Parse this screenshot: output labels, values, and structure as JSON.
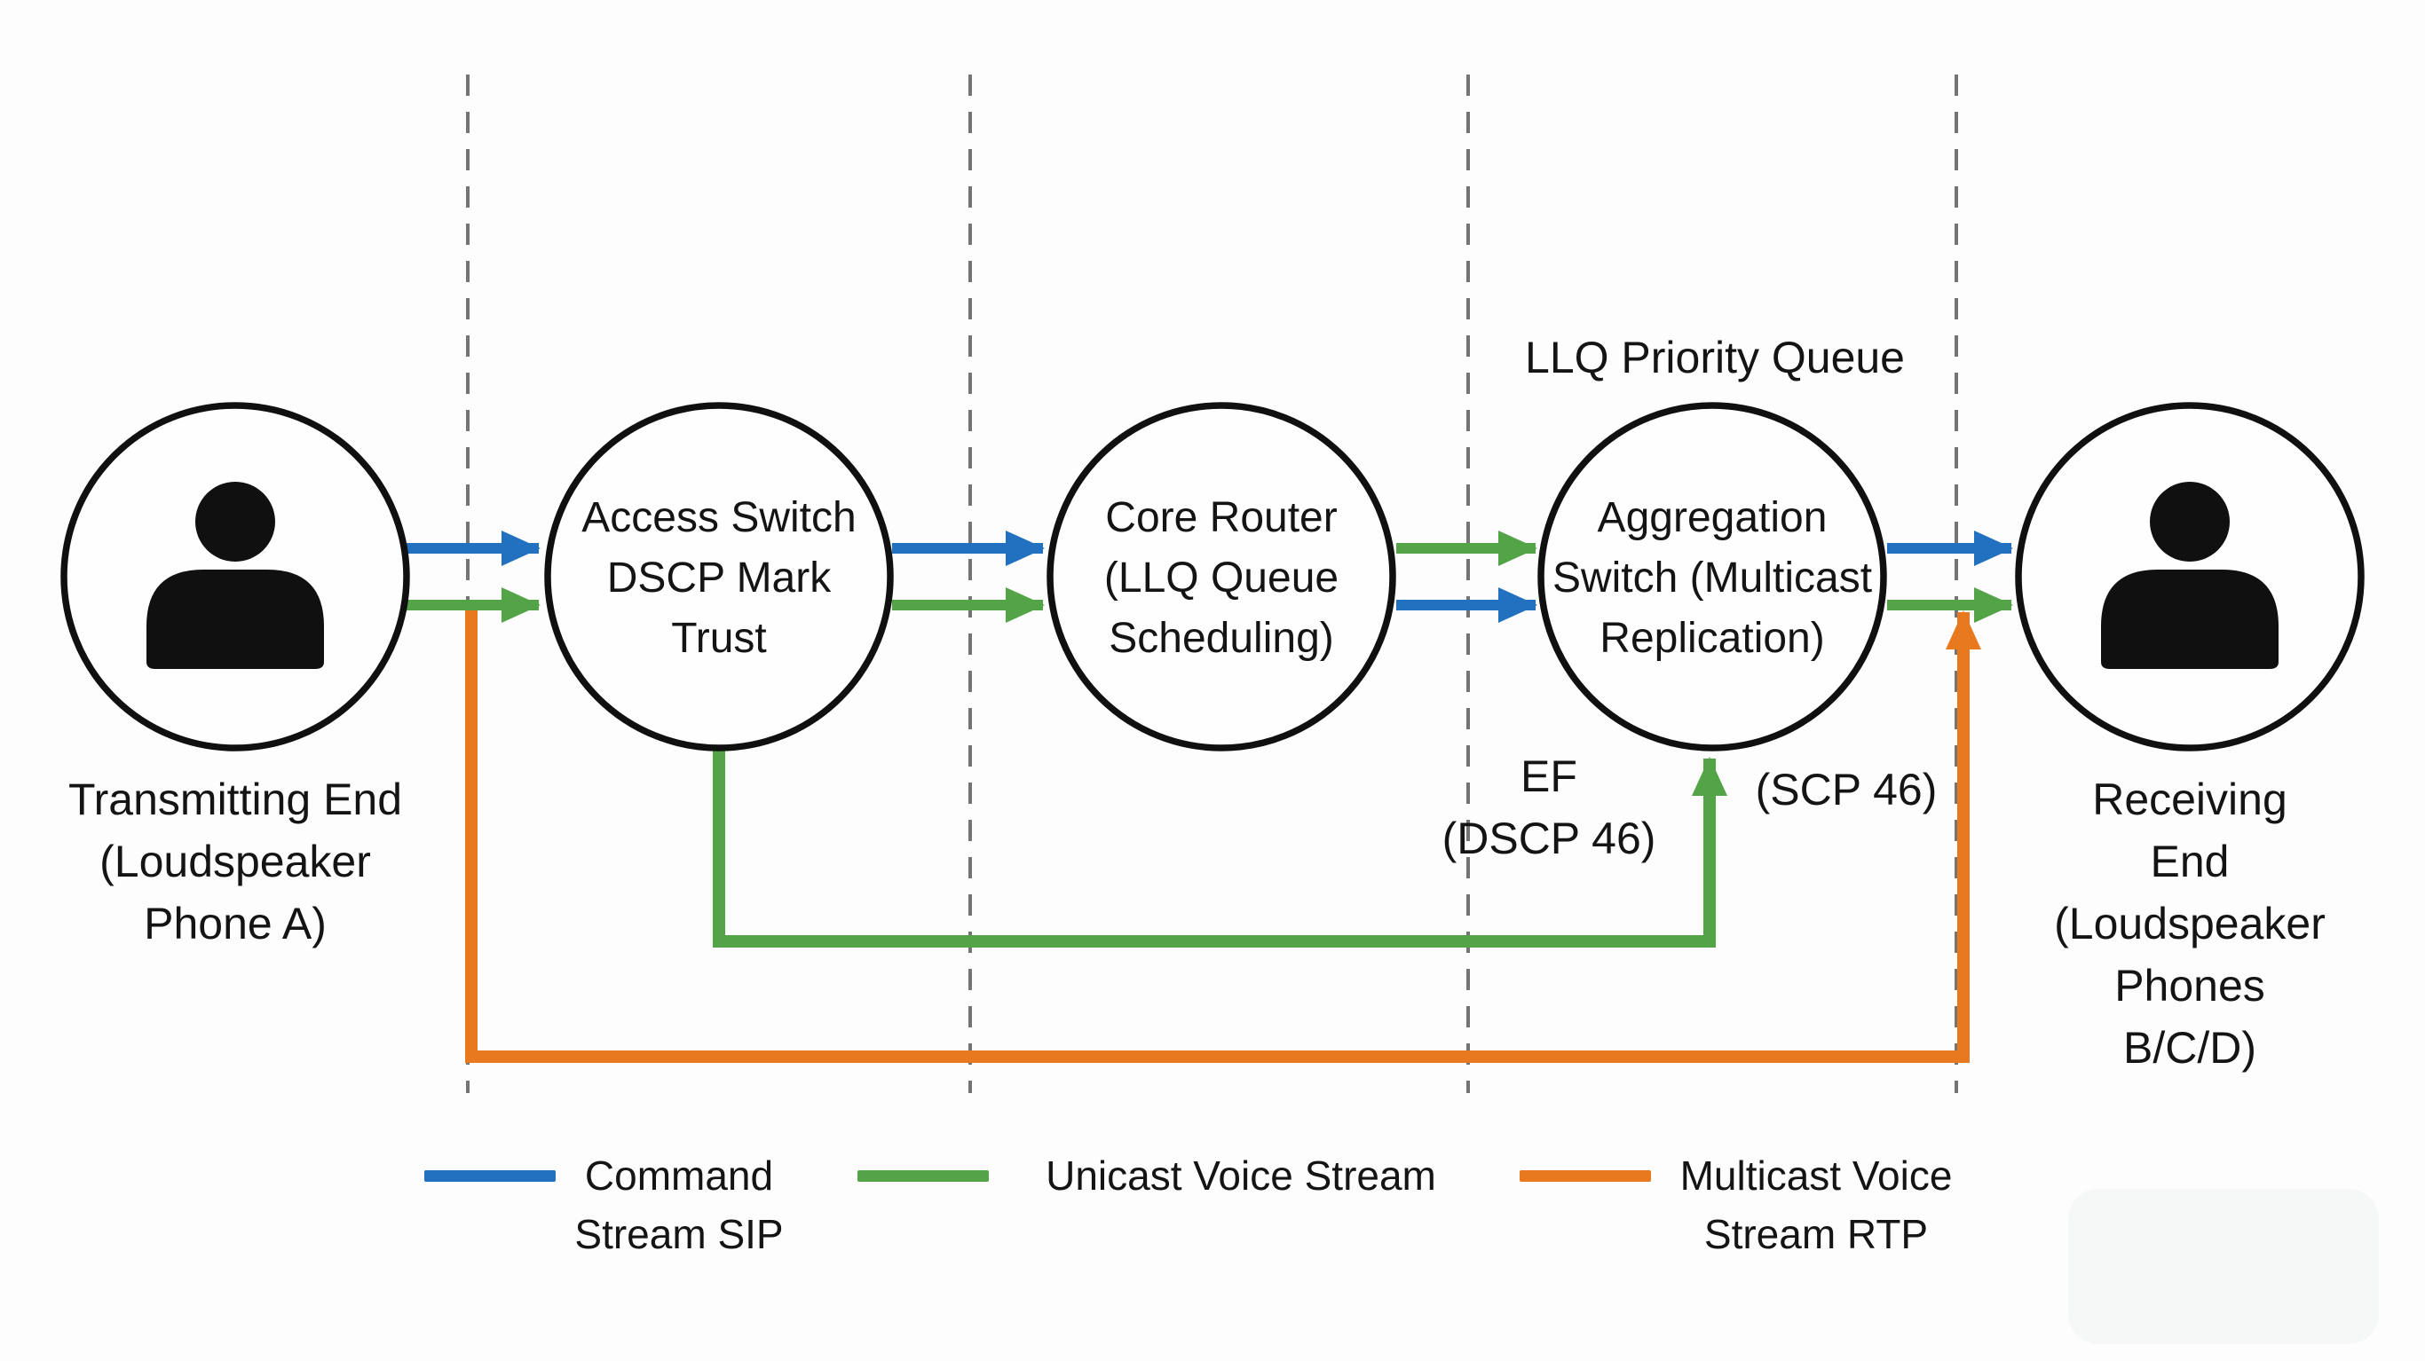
{
  "colors": {
    "blue": "#2270c0",
    "green": "#52a447",
    "orange": "#e8791f",
    "node_stroke": "#101010",
    "icon_fill": "#101010",
    "circle_fill": "#fefefe",
    "dashed": "#747474",
    "text": "#141414",
    "background": "#fdfdfd"
  },
  "nodes": {
    "transmitting": {
      "label": "Transmitting End\n(Loudspeaker\nPhone A)"
    },
    "access_switch": {
      "label": "Access Switch\nDSCP Mark\nTrust"
    },
    "core_router": {
      "label": "Core Router\n(LLQ Queue\nScheduling)"
    },
    "aggregation_switch": {
      "label": "Aggregation\nSwitch (Multicast\nReplication)"
    },
    "receiving": {
      "label": "Receiving End\n(Loudspeaker\nPhones B/C/D)"
    }
  },
  "annotations": {
    "llq_priority_queue": "LLQ Priority Queue",
    "ef_dscp46": "EF\n(DSCP 46)",
    "scp46": "(SCP 46)"
  },
  "legend": {
    "command_stream": {
      "label": "Command\nStream SIP",
      "color": "#2270c0"
    },
    "unicast_voice": {
      "label": "Unicast Voice Stream",
      "color": "#52a447"
    },
    "multicast_voice": {
      "label": "Multicast Voice\nStream RTP",
      "color": "#e8791f"
    }
  }
}
